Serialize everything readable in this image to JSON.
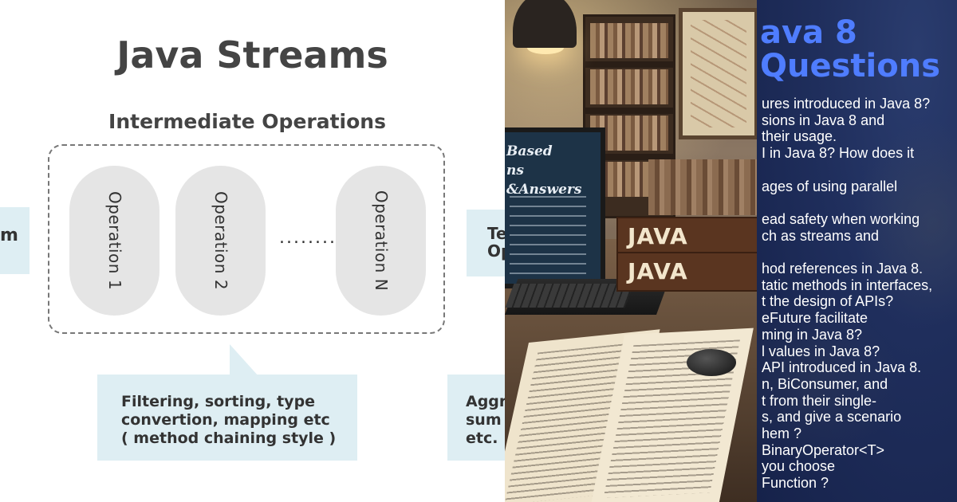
{
  "left_panel": {
    "title": "Java Streams",
    "subtitle": "Intermediate Operations",
    "operations": [
      "Operation 1",
      "Operation 2",
      "Operation N"
    ],
    "ellipsis": "........",
    "left_partial_label": "m",
    "right_partial_label": "Te\nOp",
    "note": "Filtering, sorting, type\nconvertion, mapping etc\n( method chaining style )",
    "right_note_partial": "Aggr\nsum\netc.",
    "accent_color": "#deeef3"
  },
  "middle_panel": {
    "screen_text": "Based\nns &Answers",
    "book_titles": [
      "JAVA",
      "JAVA"
    ]
  },
  "right_panel": {
    "title_lines": [
      "ava 8",
      "Questions"
    ],
    "title_color": "#4f7dff",
    "questions": [
      "ures introduced in Java 8?",
      "sions in Java 8 and",
      "their usage.",
      "I in Java 8? How does it",
      "",
      "ages of using parallel",
      "",
      "ead safety when working",
      "ch as streams and",
      "",
      "hod references in Java 8.",
      "tatic methods in interfaces,",
      "t the design of APIs?",
      "eFuture facilitate",
      "ming in Java 8?",
      "l values in Java 8?",
      " API introduced in Java 8.",
      "n, BiConsumer, and",
      "t from their single-",
      "s, and give a scenario",
      "hem ?",
      "BinaryOperator<T>",
      " you choose",
      "Function ?"
    ]
  }
}
